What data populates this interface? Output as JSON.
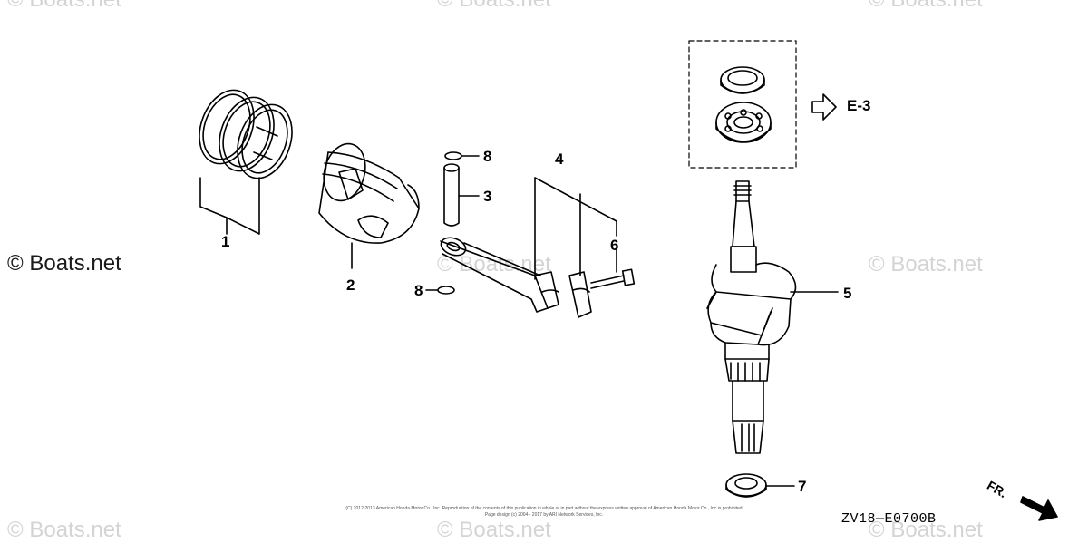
{
  "watermark": "© Boats.net",
  "copyright_label": "© Boats.net",
  "callouts": [
    {
      "id": "1",
      "label": "1"
    },
    {
      "id": "2",
      "label": "2"
    },
    {
      "id": "3",
      "label": "3"
    },
    {
      "id": "4",
      "label": "4"
    },
    {
      "id": "5",
      "label": "5"
    },
    {
      "id": "6",
      "label": "6"
    },
    {
      "id": "7",
      "label": "7"
    },
    {
      "id": "8a",
      "label": "8"
    },
    {
      "id": "8b",
      "label": "8"
    }
  ],
  "ref_label": "E-3",
  "footer": {
    "line1": "(C) 2012-2013 American Honda Motor Co., Inc. Reproduction of the contents of this publication in whole or in part without the express written approval of American Honda Motor Co., Inc is prohibited",
    "line2": "Page design (c) 2004 - 2017 by ARI Network Services, Inc."
  },
  "diagram_code": "ZV18—E0700B",
  "direction_label": "FR."
}
